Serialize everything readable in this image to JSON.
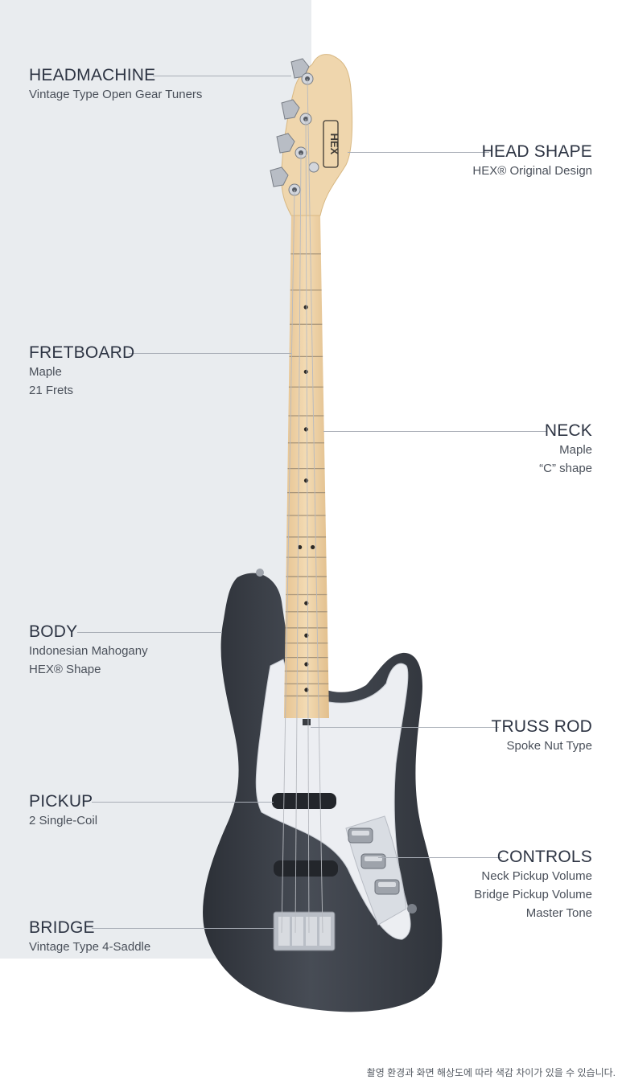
{
  "specs": {
    "headmachine": {
      "title": "HEADMACHINE",
      "lines": [
        "Vintage Type Open Gear Tuners"
      ]
    },
    "head_shape": {
      "title": "HEAD SHAPE",
      "lines": [
        "HEX® Original Design"
      ]
    },
    "fretboard": {
      "title": "FRETBOARD",
      "lines": [
        "Maple",
        "21 Frets"
      ]
    },
    "neck": {
      "title": "NECK",
      "lines": [
        "Maple",
        "“C” shape"
      ]
    },
    "body": {
      "title": "BODY",
      "lines": [
        "Indonesian Mahogany",
        "HEX® Shape"
      ]
    },
    "truss_rod": {
      "title": "TRUSS ROD",
      "lines": [
        "Spoke Nut Type"
      ]
    },
    "pickup": {
      "title": "PICKUP",
      "lines": [
        "2 Single-Coil"
      ]
    },
    "controls": {
      "title": "CONTROLS",
      "lines": [
        "Neck Pickup Volume",
        "Bridge Pickup Volume",
        "Master Tone"
      ]
    },
    "bridge": {
      "title": "BRIDGE",
      "lines": [
        "Vintage Type 4-Saddle"
      ]
    }
  },
  "headstock_logo": "HEX",
  "footnote": "촬영 환경과 화면 해상도에 따라 색감 차이가 있을 수 있습니다.",
  "colors": {
    "panel": "#e9ecef",
    "body": "#3c4048",
    "pickguard": "#eceef2",
    "maple": "#efd4aa",
    "leader": "#a8adb6"
  },
  "icons": {
    "tuner": "tuner-peg-icon",
    "knob": "control-knob-icon"
  }
}
